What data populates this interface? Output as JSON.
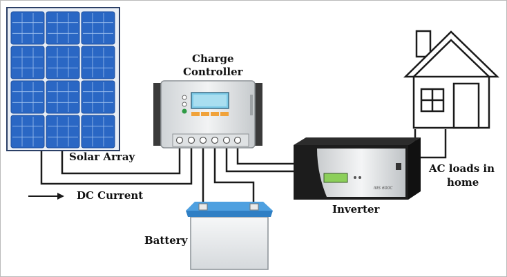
{
  "labels": {
    "charge_controller_line1": "Charge",
    "charge_controller_line2": "Controller",
    "solar_array": "Solar Array",
    "dc_current": "DC Current",
    "inverter": "Inverter",
    "inverter_brand": "INS 600C",
    "battery": "Battery",
    "ac_loads_line1": "AC loads in",
    "ac_loads_line2": "home"
  },
  "colors": {
    "panel_blue": "#2a67c4",
    "panel_dark": "#1d4f9e",
    "wire": "#1a1a1a",
    "controller_screen": "#7ecbe8",
    "controller_buttons": "#f0a23a",
    "battery_lid": "#3f93d6",
    "inverter_body": "#1c1c1c",
    "inverter_display": "#8ccf5a"
  },
  "icons": {
    "solar": "solar-panel-icon",
    "controller": "charge-controller-icon",
    "battery": "battery-icon",
    "inverter": "inverter-icon",
    "house": "house-icon",
    "arrow": "arrow-right-icon"
  }
}
